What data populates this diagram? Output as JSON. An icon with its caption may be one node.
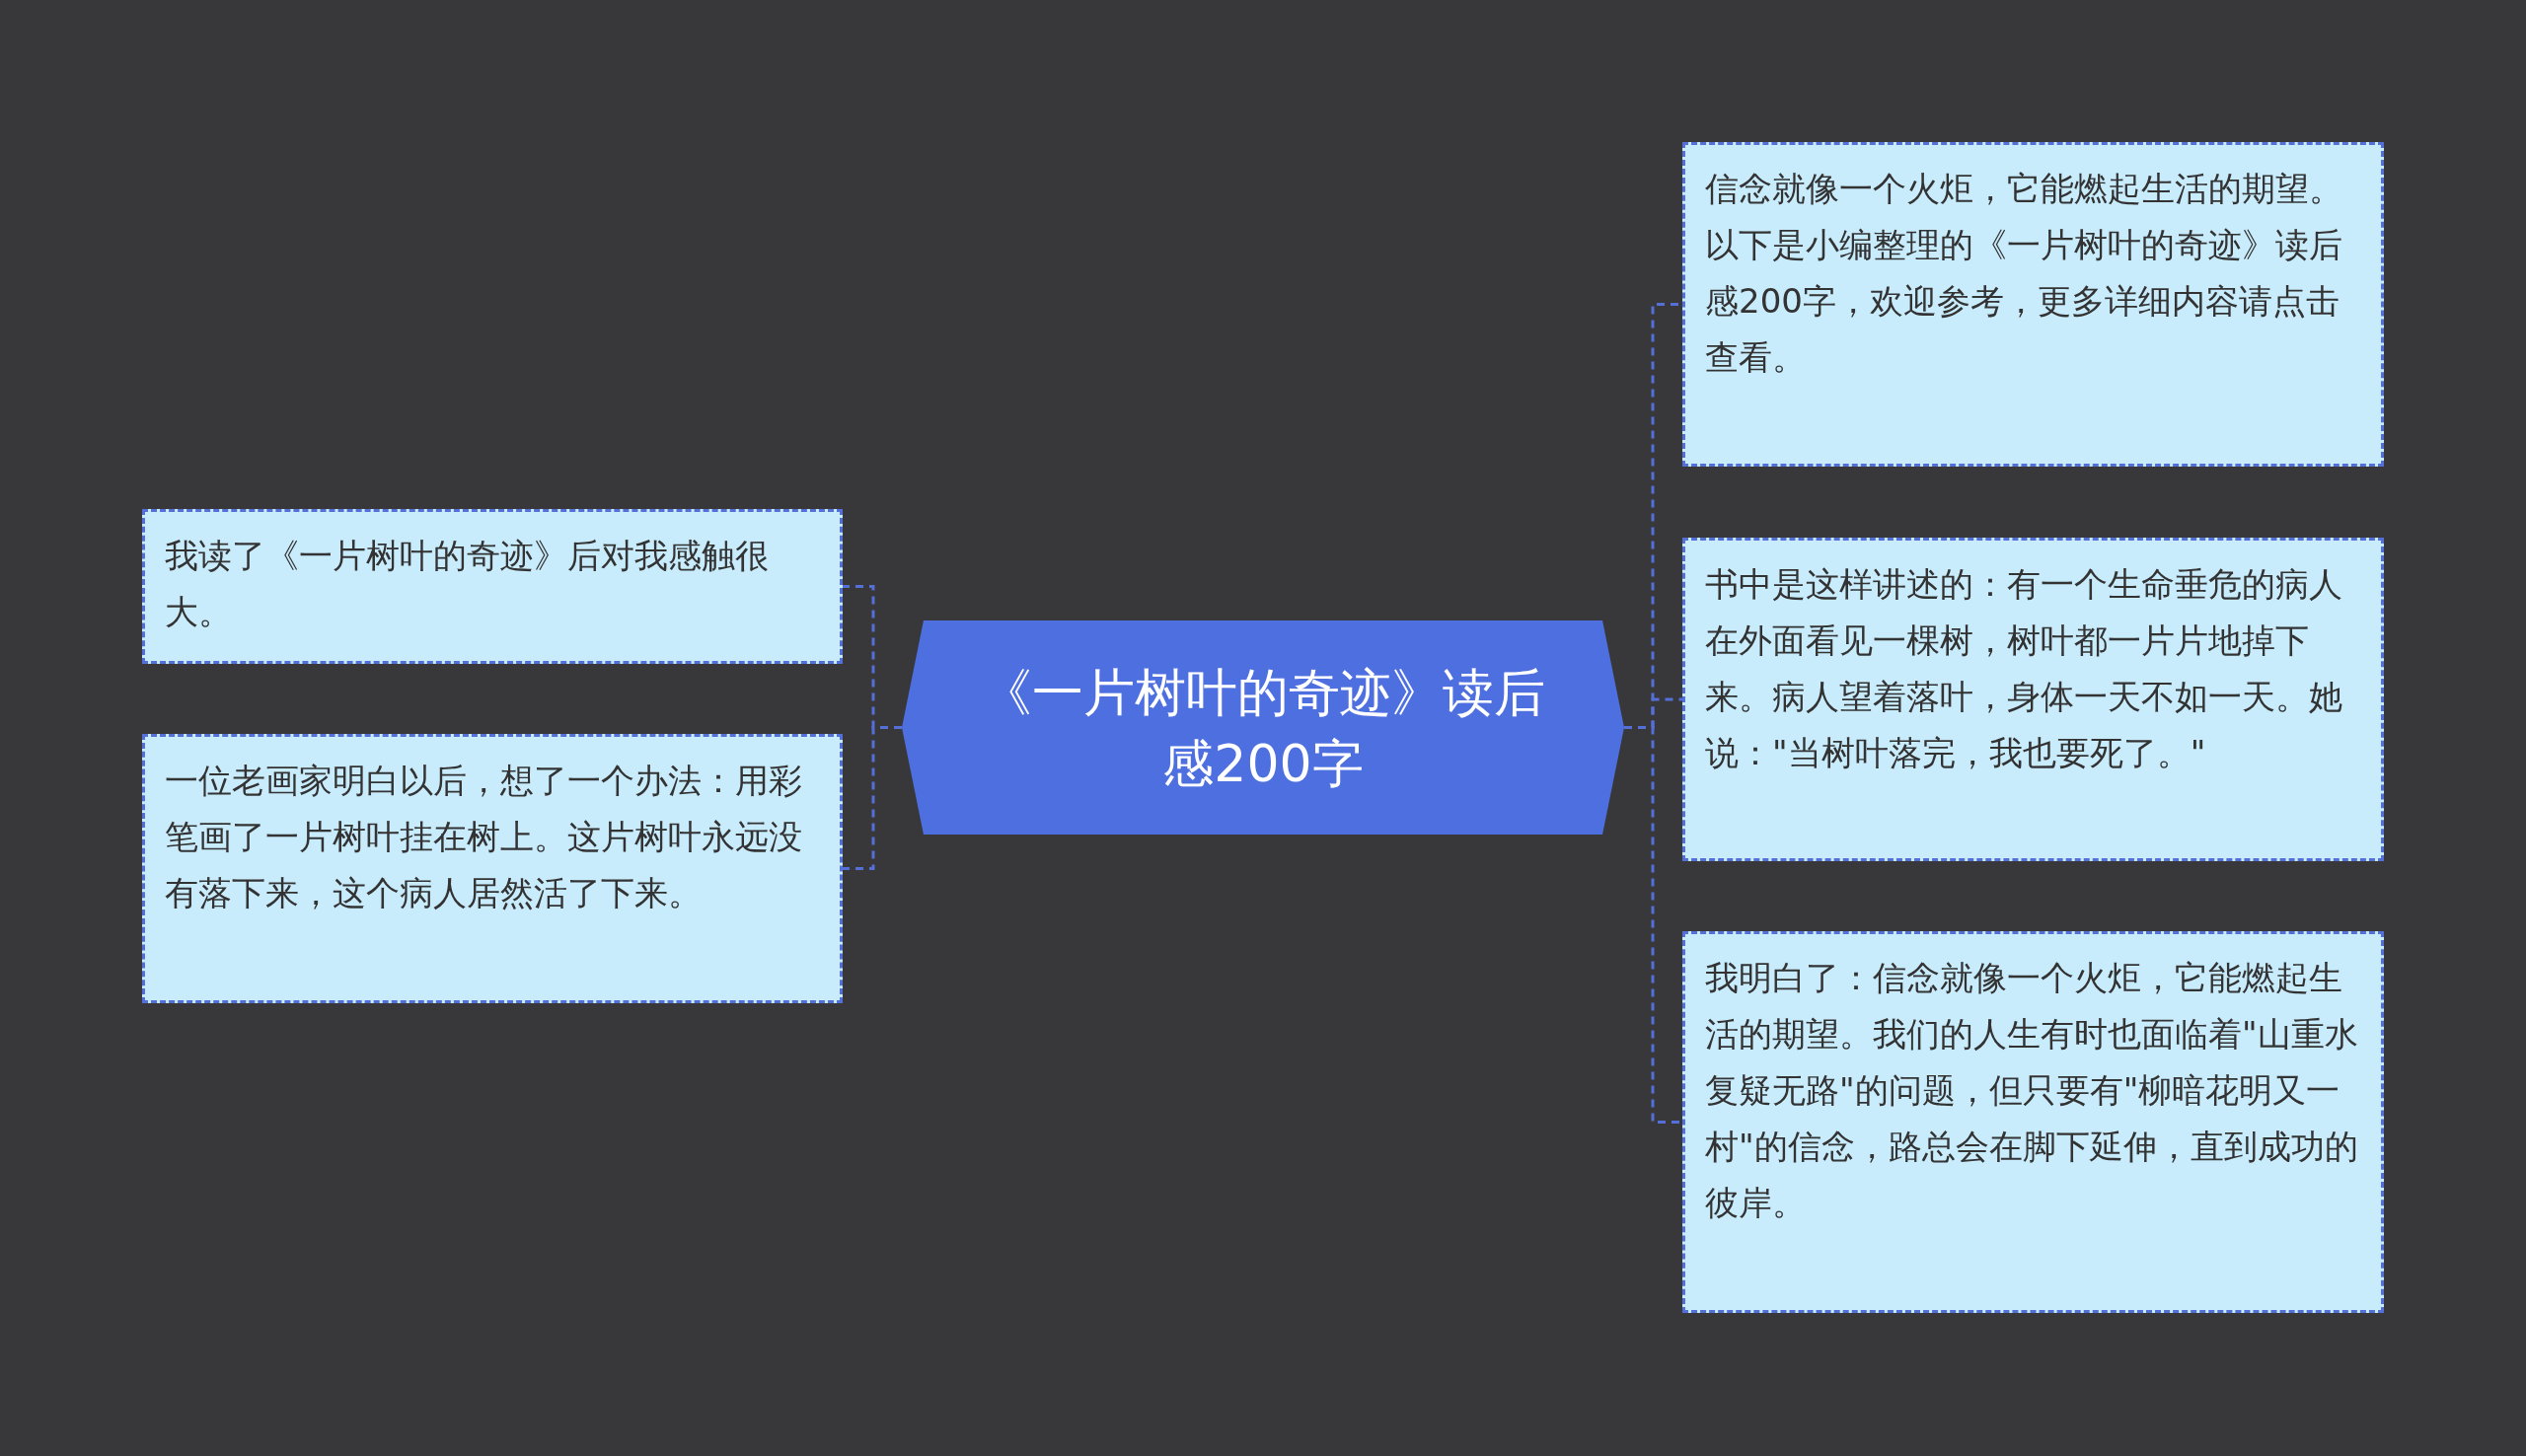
{
  "diagram": {
    "nodes": [
      {
        "text": [
          "《一片树叶的奇迹》读后感200字"
        ]
      },
      {
        "text": [
          "我读了《一片树叶的奇迹》后对我感触很大。"
        ]
      },
      {
        "text": [
          "一位老画家明白以后，想了一个办法：用彩笔画了一片树叶挂在树上。这片树叶永远没有落下来，这个病人居然活了下来。"
        ]
      },
      {
        "text": [
          "信念就像一个火炬，它能燃起生活的期望。以下是小编整理的《一片树叶的奇迹》读后感200字，欢迎参考，更多详细内容请点击查看。"
        ]
      },
      {
        "text": [
          "书中是这样讲述的：有一个生命垂危的病人在外面看见一棵树，树叶都一片片地掉下来。病人望着落叶，身体一天不如一天。她说：\"当树叶落完，我也要死了。\""
        ]
      },
      {
        "text": [
          "我明白了：信念就像一个火炬，它能燃起生活的期望。我们的人生有时也面临着\"山重水复疑无路\"的问题，但只要有\"柳暗花明又一村\"的信念，路总会在脚下延伸，直到成功的彼岸。"
        ]
      }
    ],
    "edges": [
      {
        "from": 0,
        "to": 1,
        "arrow": "none",
        "style": "dashed"
      },
      {
        "from": 0,
        "to": 2,
        "arrow": "none",
        "style": "dashed"
      },
      {
        "from": 0,
        "to": 3,
        "arrow": "none",
        "style": "dashed"
      },
      {
        "from": 0,
        "to": 4,
        "arrow": "none",
        "style": "dashed"
      },
      {
        "from": 0,
        "to": 5,
        "arrow": "none",
        "style": "dashed"
      }
    ]
  }
}
